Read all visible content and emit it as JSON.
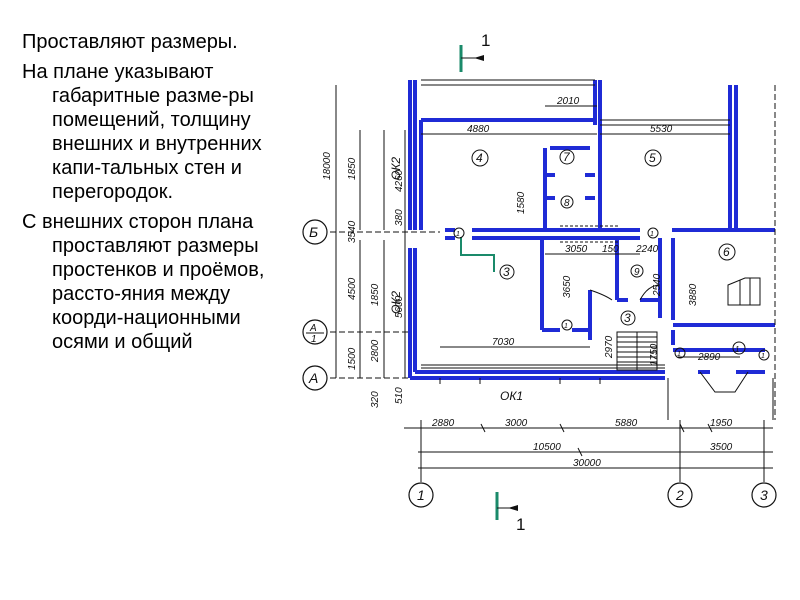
{
  "text": {
    "paragraphs": [
      "Проставляют размеры.",
      "На плане указывают габаритные разме-ры помещений, толщину внешних и внутренних капи-тальных стен и перегородок.",
      "С внешних сторон плана проставляют размеры простенков и проёмов, рассто-яния между коорди-национными осями и общий"
    ]
  },
  "colors": {
    "wall": "#1f2bd6",
    "line": "#111111",
    "cut": "#1a8a6a"
  },
  "plan": {
    "section_marks": [
      "1",
      "1"
    ],
    "axes": {
      "a1": "1",
      "a2": "2",
      "a3": "3",
      "b": "Б",
      "a": "А",
      "a_sub": "А",
      "a_sub_den": "1"
    },
    "window_labels": {
      "ok2_top": "ОК2",
      "ok2_bottom": "ОК2",
      "ok1": "ОК1"
    },
    "rooms": [
      "4",
      "5",
      "6",
      "7",
      "8",
      "9",
      "3",
      "3",
      "1",
      "1",
      "1",
      "1",
      "1",
      "1"
    ],
    "dims": {
      "d2010": "2010",
      "d4880": "4880",
      "d5530": "5530",
      "d3050": "3050",
      "d150": "150",
      "d2240": "2240",
      "d7030": "7030",
      "d2890": "2890",
      "d1580": "1580",
      "d3650": "3650",
      "d2540": "2540",
      "d3880": "3880",
      "d2970": "2970",
      "d1750": "1750",
      "v18000": "18000",
      "v1850a": "1850",
      "v3540": "3540",
      "v4500": "4500",
      "v1850b": "1850",
      "v1500": "1500",
      "v2800": "2800",
      "v4260": "4260",
      "v380": "380",
      "v5600": "5600",
      "v510": "510",
      "v320": "320",
      "b2880": "2880",
      "b3000": "3000",
      "b5880": "5880",
      "b1950": "1950",
      "b10500": "10500",
      "b3500": "3500",
      "b30000": "30000"
    }
  }
}
